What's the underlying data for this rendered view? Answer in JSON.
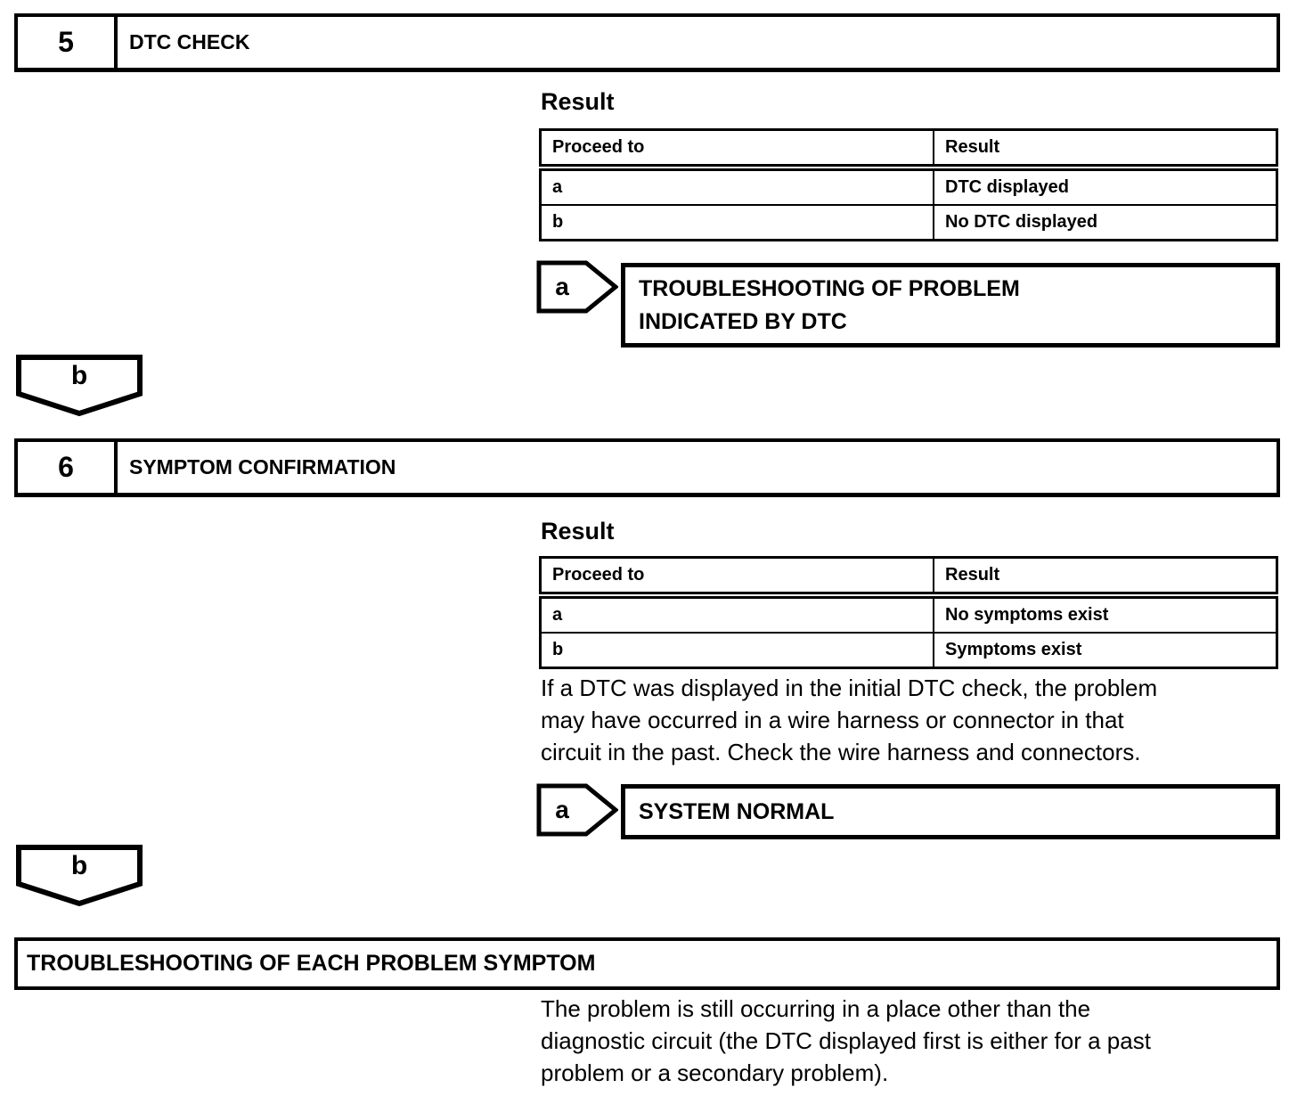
{
  "page": {
    "background": "#ffffff",
    "line_color": "#000000"
  },
  "step5": {
    "number": "5",
    "title": "DTC CHECK",
    "result_heading": "Result",
    "table": {
      "col_proceed": "Proceed to",
      "col_result": "Result",
      "rows": [
        {
          "proceed": "a",
          "result": "DTC displayed"
        },
        {
          "proceed": "b",
          "result": "No DTC displayed"
        }
      ]
    },
    "branch_a": {
      "label": "a",
      "target": "TROUBLESHOOTING OF PROBLEM\nINDICATED BY DTC"
    },
    "branch_b": {
      "label": "b"
    }
  },
  "step6": {
    "number": "6",
    "title": "SYMPTOM CONFIRMATION",
    "result_heading": "Result",
    "table": {
      "col_proceed": "Proceed to",
      "col_result": "Result",
      "rows": [
        {
          "proceed": "a",
          "result": "No symptoms exist"
        },
        {
          "proceed": "b",
          "result": "Symptoms exist"
        }
      ]
    },
    "note": "If a DTC was displayed in the initial DTC check, the problem\nmay have occurred in a wire harness or connector in that\ncircuit in the past. Check the wire harness and connectors.",
    "branch_a": {
      "label": "a",
      "target": "SYSTEM NORMAL"
    },
    "branch_b": {
      "label": "b"
    }
  },
  "final_step": {
    "title": "TROUBLESHOOTING OF EACH PROBLEM SYMPTOM",
    "note": "The problem is still occurring in a place other than the\ndiagnostic circuit (the DTC displayed first is either for a past\nproblem or a secondary problem)."
  }
}
